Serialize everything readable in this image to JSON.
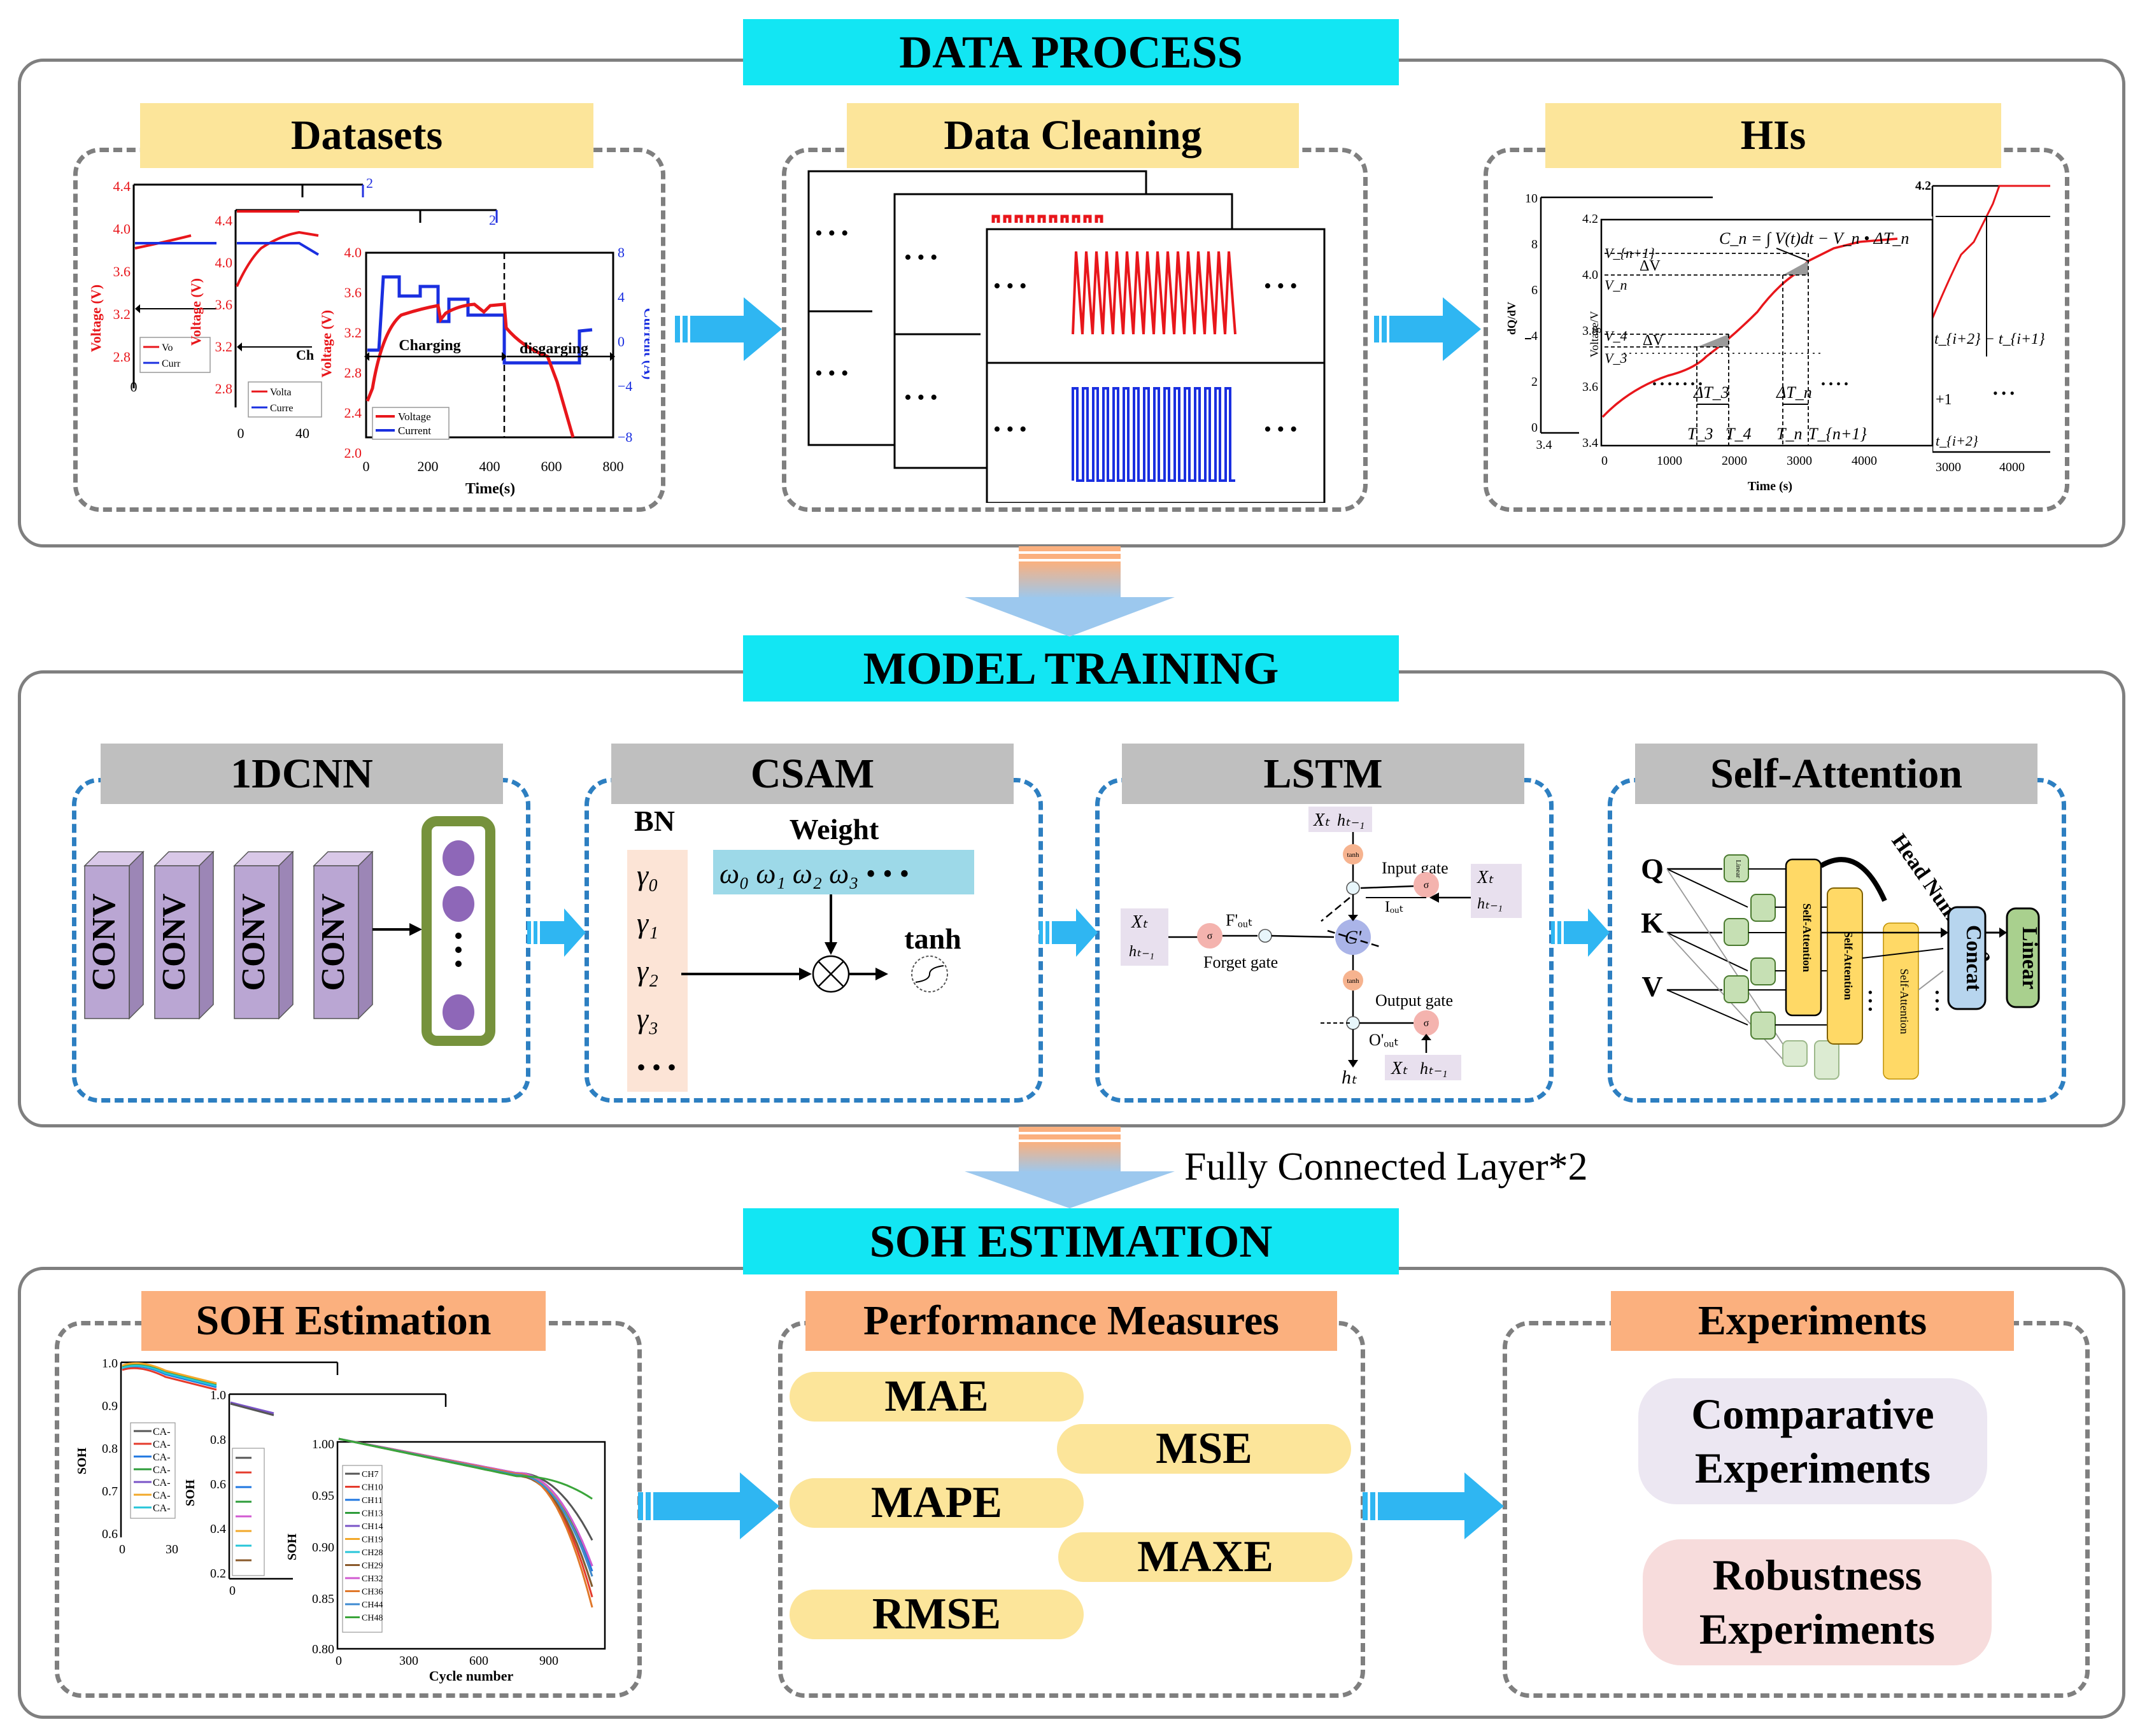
{
  "sections": {
    "data_process": "DATA PROCESS",
    "model_training": "MODEL TRAINING",
    "soh_estimation": "SOH ESTIMATION"
  },
  "data_process": {
    "datasets": {
      "title": "Datasets",
      "charging_label": "Charging",
      "discharging_label": "disgarging",
      "ylabel_voltage": "Voltage (V)",
      "ylabel_current": "Current (A)",
      "xlabel": "Time(s)",
      "legend_voltage": "Voltage",
      "legend_current": "Current",
      "legend_voltage_trunc": "Vo",
      "legend_current_trunc": "Curr",
      "legend_voltage_trunc2": "Volta",
      "legend_current_trunc2": "Curre",
      "trunc_label_ch": "Ch",
      "two": "2",
      "voltage_ticks": [
        "2.0",
        "2.4",
        "2.8",
        "3.2",
        "3.6",
        "4.0"
      ],
      "current_ticks": [
        "8",
        "4",
        "0",
        "−4",
        "−8"
      ],
      "time_ticks": [
        "0",
        "200",
        "400",
        "600",
        "800"
      ],
      "back_ticks_a": [
        "4.4",
        "4.0",
        "3.6",
        "3.2",
        "2.8"
      ],
      "back_ticks_b": [
        "4.4",
        "4.0",
        "3.6",
        "3.2",
        "2.8"
      ],
      "back_x_a": [
        "0"
      ],
      "back_x_b": [
        "0",
        "40"
      ]
    },
    "data_cleaning": {
      "title": "Data Cleaning",
      "dots": "• • •"
    },
    "his": {
      "title": "HIs",
      "ylabel": "Voltage/V",
      "ylabel_back": "dQ/dV",
      "xlabel": "Time (s)",
      "y_ticks": [
        "3.4",
        "3.6",
        "3.8",
        "4.0",
        "4.2"
      ],
      "x_ticks": [
        "0",
        "1000",
        "2000",
        "3000",
        "4000"
      ],
      "back_y_ticks": [
        "10",
        "8",
        "6",
        "4",
        "2",
        "0"
      ],
      "back_x_tick": "3.4",
      "right_y_tick": "4.2",
      "right_x_ticks": [
        "3000",
        "4000"
      ],
      "formula": "C_n = ∫ V(t)dt − V_n • ΔT_n",
      "labels": [
        "V_{n+1}",
        "ΔV",
        "V_n",
        "V_4",
        "ΔV",
        "V_3",
        "ΔT_3",
        "ΔT_n",
        "T_3",
        "T_4",
        "T_n",
        "T_{n+1}"
      ],
      "right_labels": [
        "t_{i+2} − t_{i+1}",
        "+1",
        "t_{i+2}"
      ]
    }
  },
  "model_training": {
    "cnn": {
      "title": "1DCNN",
      "conv_label": "CONV"
    },
    "csam": {
      "title": "CSAM",
      "bn_label": "BN",
      "weight_label": "Weight",
      "weights": "ω₀ ω₁ ω₂ ω₃  • • •",
      "gammas": [
        "γ₀",
        "γ₁",
        "γ₂",
        "γ₃",
        "• • •"
      ],
      "tanh_label": "tanh"
    },
    "lstm": {
      "title": "LSTM",
      "forget_gate": "Forget gate",
      "input_gate": "Input gate",
      "output_gate": "Output gate",
      "xt": "Xₜ",
      "ht1": "hₜ₋₁",
      "ht": "hₜ",
      "ct": "C'",
      "tanh": "tanh",
      "sigma": "σ",
      "f_out": "F'ₒᵤₜ",
      "i_out": "Iₒᵤₜ",
      "o_out": "O'ₒᵤₜ"
    },
    "self_attention": {
      "title": "Self-Attention",
      "q": "Q",
      "k": "K",
      "v": "V",
      "head_number": "Head Number=8",
      "linear_small": "Linear",
      "self_attention_label": "Self-Attention",
      "concat": "Concat",
      "linear": "Linear"
    }
  },
  "fc_label": "Fully Connected Layer*2",
  "soh_estimation": {
    "soh": {
      "title": "SOH Estimation",
      "xlabel": "Cycle number",
      "ylabel": "SOH",
      "y_ticks": [
        "0.80",
        "0.85",
        "0.90",
        "0.95",
        "1.00"
      ],
      "x_ticks": [
        "0",
        "300",
        "600",
        "900"
      ],
      "legend": [
        "CH7",
        "CH10",
        "CH11",
        "CH13",
        "CH14",
        "CH19",
        "CH28",
        "CH29",
        "CH32",
        "CH36",
        "CH44",
        "CH48"
      ],
      "back_legend": [
        "CA-",
        "CA-",
        "CA-",
        "CA-",
        "CA-",
        "CA-",
        "CA-"
      ],
      "back_y_ticks": [
        "1.0",
        "0.9",
        "0.8",
        "0.7",
        "0.6"
      ],
      "back_x_ticks": [
        "0",
        "30"
      ],
      "mid_y_ticks": [
        "1.0",
        "0.8",
        "0.6",
        "0.4",
        "0.2"
      ],
      "mid_x_ticks": [
        "0"
      ]
    },
    "performance": {
      "title": "Performance Measures",
      "metrics": [
        "MAE",
        "MSE",
        "MAPE",
        "MAXE",
        "RMSE"
      ]
    },
    "experiments": {
      "title": "Experiments",
      "comparative": "Comparative Experiments",
      "robustness": "Robustness Experiments"
    }
  },
  "colors": {
    "section_title_bg": "#12e6f3",
    "arrow": "#2fb6f2",
    "voltage": "#e8161b",
    "current": "#1a2fe0",
    "panel_yellow": "#fce59a",
    "panel_gray": "#bfbfbf",
    "panel_orange": "#fbb07e"
  }
}
